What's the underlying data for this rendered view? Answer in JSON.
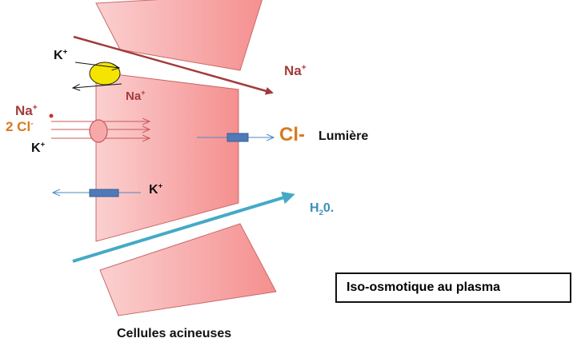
{
  "labels": {
    "k_top": "K",
    "k_top_sup": "+",
    "na_top_cell": "Na",
    "na_top_cell_sup": "+",
    "na_right": "Na",
    "na_right_sup": "+",
    "na_left": "Na",
    "na_left_sup": "+",
    "cl_left": "2 Cl",
    "cl_left_sup": "-",
    "k_left": "K",
    "k_left_sup": "+",
    "cl_right": "Cl-",
    "lumiere": "Lumière",
    "k_mid": "K",
    "k_mid_sup": "+",
    "h2o_main": "H",
    "h2o_sub": "2",
    "h2o_end": "0.",
    "iso_box": "Iso-osmotique au plasma",
    "caption": "Cellules acineuses"
  },
  "colors": {
    "cell_fill": "#f7a8a8",
    "cell_stroke": "#c96a6a",
    "dark_red": "#a33a3a",
    "orange": "#d9791f",
    "blue": "#4a8ac0",
    "teal": "#45a9c6",
    "yellow": "#f5e400",
    "channel": "#4f7ab8"
  }
}
